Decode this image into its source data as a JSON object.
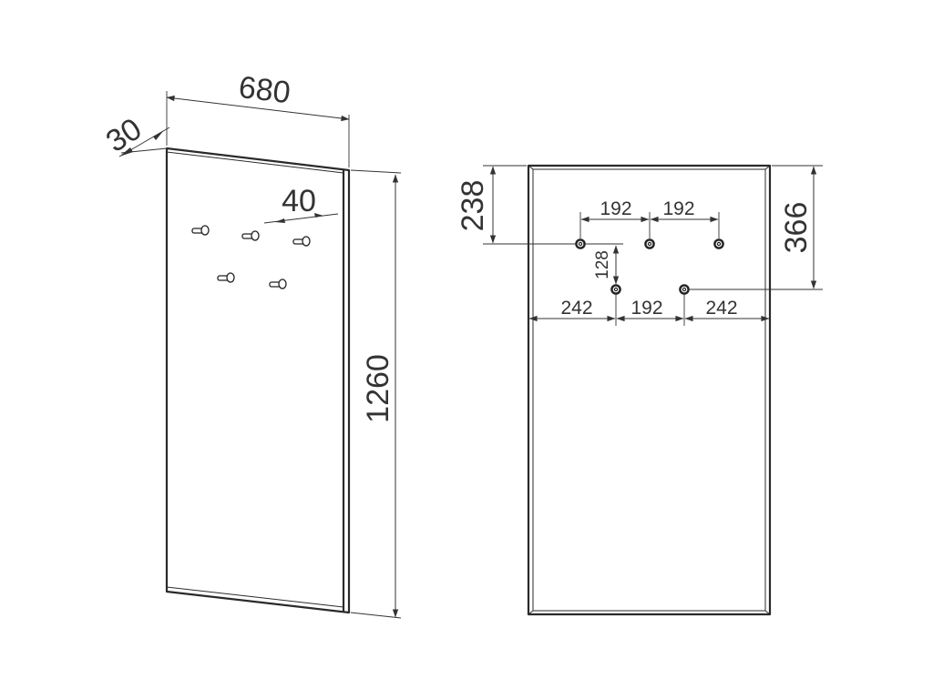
{
  "drawing": {
    "left_view": {
      "width_label": "680",
      "depth_label": "30",
      "height_label": "1260",
      "hook_depth_label": "40"
    },
    "right_view": {
      "top_to_upper_row_label": "238",
      "top_to_lower_row_label": "366",
      "upper_spacing_a_label": "192",
      "upper_spacing_b_label": "192",
      "row_gap_label": "128",
      "lower_left_margin_label": "242",
      "lower_spacing_label": "192",
      "lower_right_margin_label": "242"
    }
  }
}
